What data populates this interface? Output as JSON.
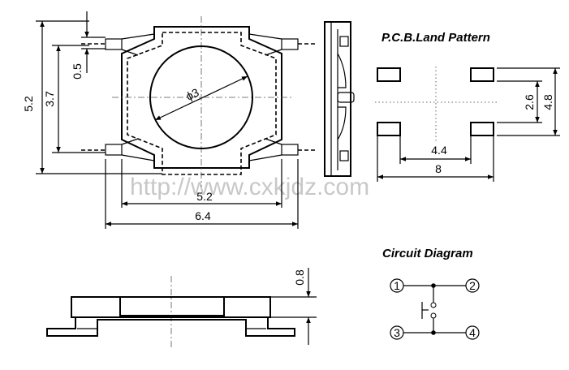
{
  "watermark": "http://www.cxkjdz.com",
  "top_view": {
    "dim_height_total": "5.2",
    "dim_height_inner": "3.7",
    "dim_terminal": "0.5",
    "dim_diameter": "ϕ3",
    "dim_width_body": "5.2",
    "dim_width_total": "6.4"
  },
  "side_view": {
    "dim_actuator_height": "0.8"
  },
  "pcb_land_pattern": {
    "title": "P.C.B.Land Pattern",
    "dim_pad_gap": "2.6",
    "dim_pad_height": "4.8",
    "dim_inner_width": "4.4",
    "dim_outer_width": "8"
  },
  "circuit_diagram": {
    "title": "Circuit Diagram",
    "pins": [
      "1",
      "2",
      "3",
      "4"
    ]
  }
}
